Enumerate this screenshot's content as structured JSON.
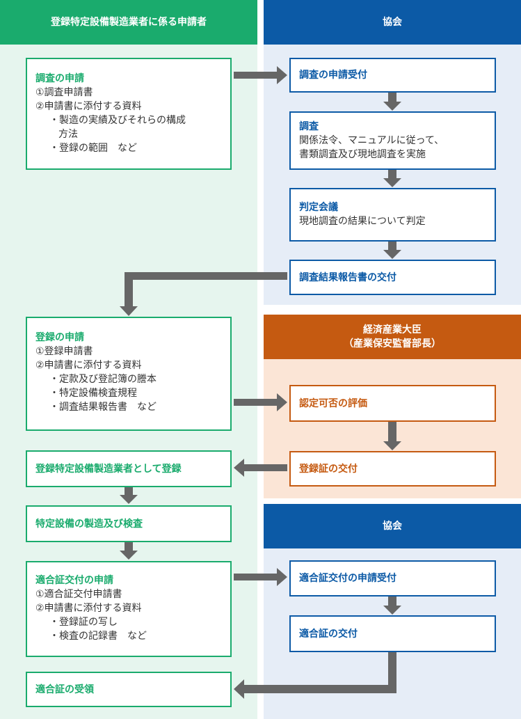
{
  "colors": {
    "green": "#1aab6d",
    "blue": "#0c5aa6",
    "orange": "#c55a11",
    "green_bg": "#e6f5ee",
    "blue_bg": "#e6edf7",
    "orange_bg": "#fbe5d6",
    "arrow": "#666666"
  },
  "headers": {
    "applicant": "登録特定設備製造業者に係る申請者",
    "association_1": "協会",
    "minister_line1": "経済産業大臣",
    "minister_line2": "（産業保安監督部長）",
    "association_2": "協会"
  },
  "boxes": {
    "survey_application": {
      "title": "調査の申請",
      "lines": [
        "①調査申請書",
        "②申請書に添付する資料",
        "・製造の実績及びそれらの構成",
        "方法",
        "・登録の範囲　など"
      ]
    },
    "survey_receipt": {
      "title": "調査の申請受付"
    },
    "survey": {
      "title": "調査",
      "lines": [
        "関係法令、マニュアルに従って、",
        "書類調査及び現地調査を実施"
      ]
    },
    "judgement": {
      "title": "判定会議",
      "lines": [
        "現地調査の結果について判定"
      ]
    },
    "report_issue": {
      "title": "調査結果報告書の交付"
    },
    "registration_application": {
      "title": "登録の申請",
      "lines": [
        "①登録申請書",
        "②申請書に添付する資料",
        "・定款及び登記簿の謄本",
        "・特定設備検査規程",
        "・調査結果報告書　など"
      ]
    },
    "approval_evaluation": {
      "title": "認定可否の評価"
    },
    "registration_certificate_issue": {
      "title": "登録証の交付"
    },
    "registered": {
      "title": "登録特定設備製造業者として登録"
    },
    "manufacture_inspection": {
      "title": "特定設備の製造及び検査"
    },
    "conformity_application": {
      "title": "適合証交付の申請",
      "lines": [
        "①適合証交付申請書",
        "②申請書に添付する資料",
        "・登録証の写し",
        "・検査の記録書　など"
      ]
    },
    "conformity_receipt": {
      "title": "適合証交付の申請受付"
    },
    "conformity_issue": {
      "title": "適合証の交付"
    },
    "conformity_received": {
      "title": "適合証の受領"
    }
  }
}
